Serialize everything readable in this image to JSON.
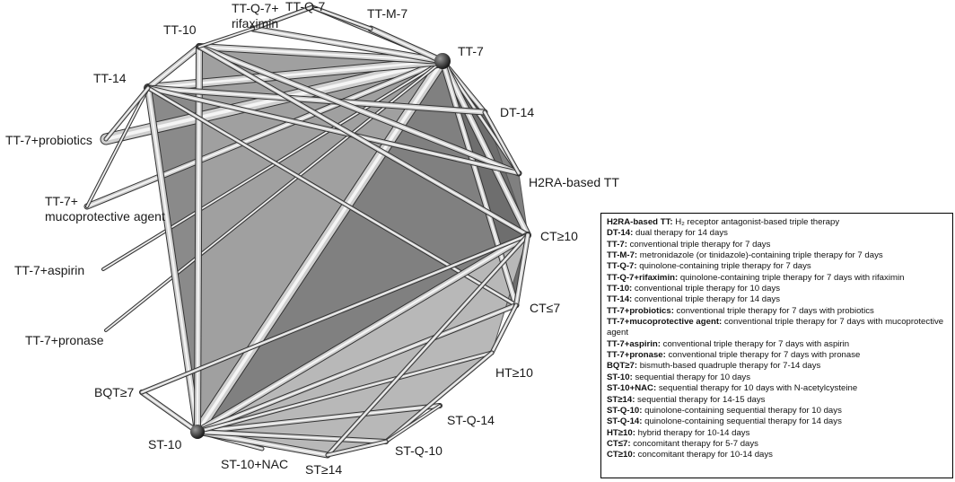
{
  "network": {
    "nodes": [
      {
        "id": "tt7",
        "label": "TT-7"
      },
      {
        "id": "dt14",
        "label": "DT-14"
      },
      {
        "id": "h2ra",
        "label": "H2RA-based TT"
      },
      {
        "id": "ct10",
        "label": "CT≥10"
      },
      {
        "id": "ct7",
        "label": "CT≤7"
      },
      {
        "id": "ht10",
        "label": "HT≥10"
      },
      {
        "id": "stq14",
        "label": "ST-Q-14"
      },
      {
        "id": "stq10",
        "label": "ST-Q-10"
      },
      {
        "id": "st14",
        "label": "ST≥14"
      },
      {
        "id": "st10nac",
        "label": "ST-10+NAC"
      },
      {
        "id": "st10",
        "label": "ST-10"
      },
      {
        "id": "bqt7",
        "label": "BQT≥7"
      },
      {
        "id": "ttpron",
        "label": "TT-7+pronase"
      },
      {
        "id": "ttasp",
        "label": "TT-7+aspirin"
      },
      {
        "id": "ttmuco",
        "label": "TT-7+\nmucoprotective agent"
      },
      {
        "id": "ttprob",
        "label": "TT-7+probiotics"
      },
      {
        "id": "tt14",
        "label": "TT-14"
      },
      {
        "id": "tt10",
        "label": "TT-10"
      },
      {
        "id": "ttqrif",
        "label": "TT-Q-7+\nrifaximin"
      },
      {
        "id": "ttq7",
        "label": "TT-Q-7"
      },
      {
        "id": "ttm7",
        "label": "TT-M-7"
      }
    ]
  },
  "legend": {
    "items": [
      {
        "term": "H2RA-based TT:",
        "desc": " H₂ receptor antagonist-based triple therapy"
      },
      {
        "term": "DT-14:",
        "desc": " dual therapy for 14 days"
      },
      {
        "term": "TT-7:",
        "desc": " conventional triple therapy for 7 days"
      },
      {
        "term": "TT-M-7:",
        "desc": " metronidazole (or tinidazole)-containing triple therapy for 7 days"
      },
      {
        "term": "TT-Q-7:",
        "desc": " quinolone-containing triple therapy for 7 days"
      },
      {
        "term": "TT-Q-7+rifaximin:",
        "desc": " quinolone-containing triple therapy for 7 days with rifaximin"
      },
      {
        "term": "TT-10:",
        "desc": " conventional triple therapy for 10 days"
      },
      {
        "term": "TT-14:",
        "desc": " conventional triple therapy for 14 days"
      },
      {
        "term": "TT-7+probiotics:",
        "desc": " conventional triple therapy for 7 days with probiotics"
      },
      {
        "term": "TT-7+mucoprotective agent:",
        "desc": " conventional triple therapy for 7 days with mucoprotective agent"
      },
      {
        "term": "TT-7+aspirin:",
        "desc": " conventional triple therapy for 7 days with aspirin"
      },
      {
        "term": "TT-7+pronase:",
        "desc": " conventional triple therapy for 7 days with pronase"
      },
      {
        "term": "BQT≥7:",
        "desc": " bismuth-based quadruple therapy for 7-14 days"
      },
      {
        "term": "ST-10:",
        "desc": " sequential therapy for 10 days"
      },
      {
        "term": "ST-10+NAC:",
        "desc": " sequential therapy for 10 days with N-acetylcysteine"
      },
      {
        "term": "ST≥14:",
        "desc": " sequential therapy for 14-15 days"
      },
      {
        "term": "ST-Q-10:",
        "desc": " quinolone-containing sequential therapy for 10 days"
      },
      {
        "term": "ST-Q-14:",
        "desc": " quinolone-containing sequential therapy for 14 days"
      },
      {
        "term": "HT≥10:",
        "desc": " hybrid therapy for 10-14 days"
      },
      {
        "term": "CT≤7:",
        "desc": " concomitant therapy for 5-7 days"
      },
      {
        "term": "CT≥10:",
        "desc": " concomitant therapy for 10-14 days"
      }
    ]
  }
}
